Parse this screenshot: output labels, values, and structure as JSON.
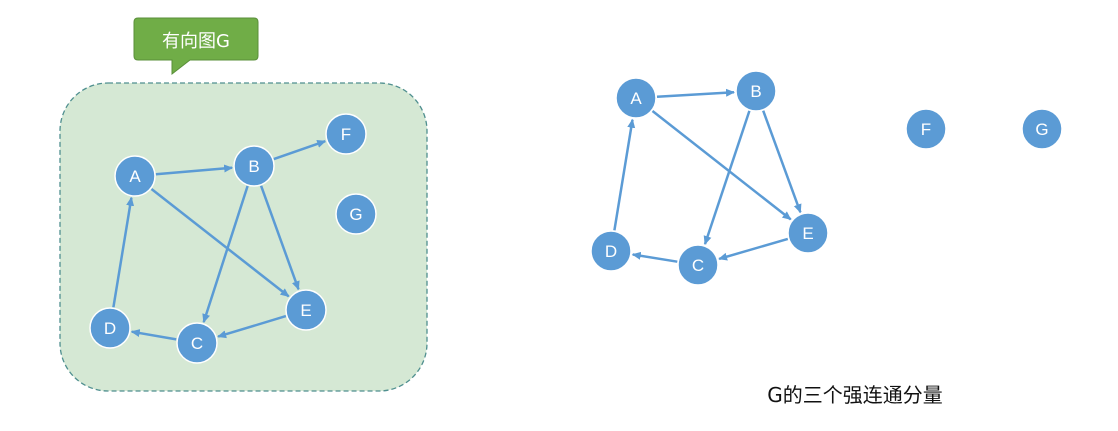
{
  "callout": {
    "label": "有向图G"
  },
  "caption": {
    "text": "G的三个强连通分量"
  },
  "colors": {
    "node_fill": "#5b9bd5",
    "node_stroke": "#ffffff",
    "edge": "#5b9bd5",
    "region_fill": "#d5e8d4",
    "region_stroke": "#4f8f8f",
    "callout_fill": "#70ad47"
  },
  "graphs": [
    {
      "name": "left",
      "nodes": [
        {
          "id": "A",
          "label": "A"
        },
        {
          "id": "B",
          "label": "B"
        },
        {
          "id": "C",
          "label": "C"
        },
        {
          "id": "D",
          "label": "D"
        },
        {
          "id": "E",
          "label": "E"
        },
        {
          "id": "F",
          "label": "F"
        },
        {
          "id": "G",
          "label": "G"
        }
      ],
      "edges": [
        {
          "from": "A",
          "to": "B"
        },
        {
          "from": "B",
          "to": "F"
        },
        {
          "from": "A",
          "to": "E"
        },
        {
          "from": "B",
          "to": "C"
        },
        {
          "from": "B",
          "to": "E"
        },
        {
          "from": "E",
          "to": "C"
        },
        {
          "from": "C",
          "to": "D"
        },
        {
          "from": "D",
          "to": "A"
        }
      ]
    },
    {
      "name": "right",
      "nodes": [
        {
          "id": "A",
          "label": "A"
        },
        {
          "id": "B",
          "label": "B"
        },
        {
          "id": "C",
          "label": "C"
        },
        {
          "id": "D",
          "label": "D"
        },
        {
          "id": "E",
          "label": "E"
        },
        {
          "id": "F",
          "label": "F"
        },
        {
          "id": "G",
          "label": "G"
        }
      ],
      "edges": [
        {
          "from": "A",
          "to": "B"
        },
        {
          "from": "A",
          "to": "E"
        },
        {
          "from": "B",
          "to": "C"
        },
        {
          "from": "B",
          "to": "E"
        },
        {
          "from": "E",
          "to": "C"
        },
        {
          "from": "C",
          "to": "D"
        },
        {
          "from": "D",
          "to": "A"
        }
      ]
    }
  ]
}
